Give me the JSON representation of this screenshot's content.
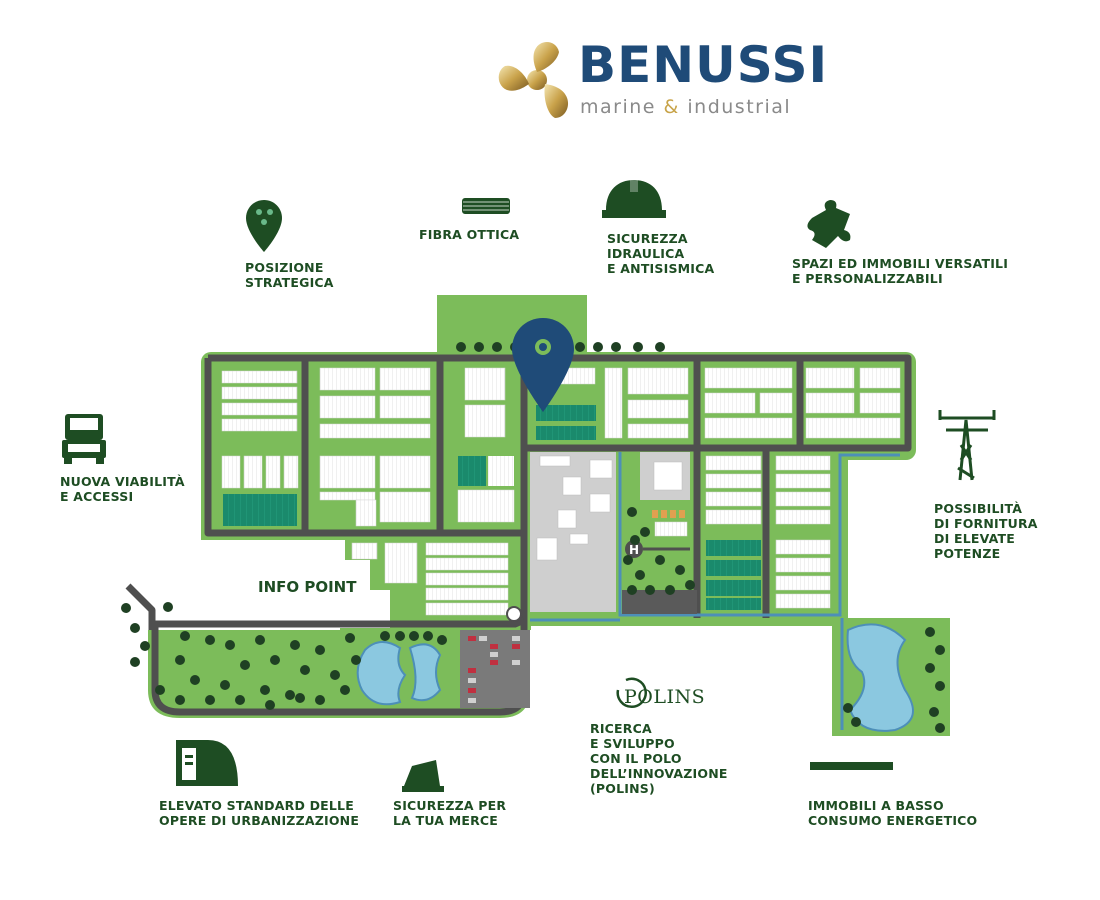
{
  "brand": {
    "name": "BENUSSI",
    "tagline_pre": "marine ",
    "tagline_amp": "&",
    "tagline_post": " industrial",
    "primary_color": "#1f4b78",
    "gold_color": "#c8a44a"
  },
  "features": [
    {
      "id": "posizione",
      "icon": "location-pin-icon",
      "label": "POSIZIONE\nSTRATEGICA"
    },
    {
      "id": "fibra",
      "icon": "fiber-optic-cable-icon",
      "label": "FIBRA OTTICA"
    },
    {
      "id": "sicurezza-idraulica",
      "icon": "hard-hat-icon",
      "label": "SICUREZZA\nIDRAULICA\nE ANTISISMICA"
    },
    {
      "id": "spazi",
      "icon": "puzzle-piece-icon",
      "label": "SPAZI ED IMMOBILI VERSATILI\nE PERSONALIZZABILI"
    },
    {
      "id": "viabilita",
      "icon": "truck-icon",
      "label": "NUOVA VIABILITÀ\nE ACCESSI"
    },
    {
      "id": "potenze",
      "icon": "power-pylon-icon",
      "label": "POSSIBILITÀ\nDI FORNITURA\nDI ELEVATE\nPOTENZE"
    },
    {
      "id": "urbanizzazione",
      "icon": "infrastructure-icon",
      "label": "ELEVATO STANDARD DELLE\nOPERE DI URBANIZZAZIONE"
    },
    {
      "id": "merce",
      "icon": "security-barrier-icon",
      "label": "SICUREZZA PER\nLA TUA MERCE"
    },
    {
      "id": "polins",
      "icon": "polins-logo-icon",
      "label": "RICERCA\nE SVILUPPO\nCON IL POLO\nDELL’INNOVAZIONE\n(POLINS)"
    },
    {
      "id": "energia",
      "icon": "solar-panel-icon",
      "label": "IMMOBILI A BASSO\nCONSUMO ENERGETICO"
    }
  ],
  "map": {
    "info_point_label": "INFO POINT",
    "polins_logo_text": "POLINS",
    "heliport_letter": "H",
    "grass_color": "#7cbc5a",
    "road_color": "#5a5a5a",
    "building_color": "#ffffff",
    "solar_color": "#1a8a6c",
    "water_color": "#8bc8e0",
    "tree_color": "#1f4023",
    "marker_color": "#1f4b78"
  }
}
